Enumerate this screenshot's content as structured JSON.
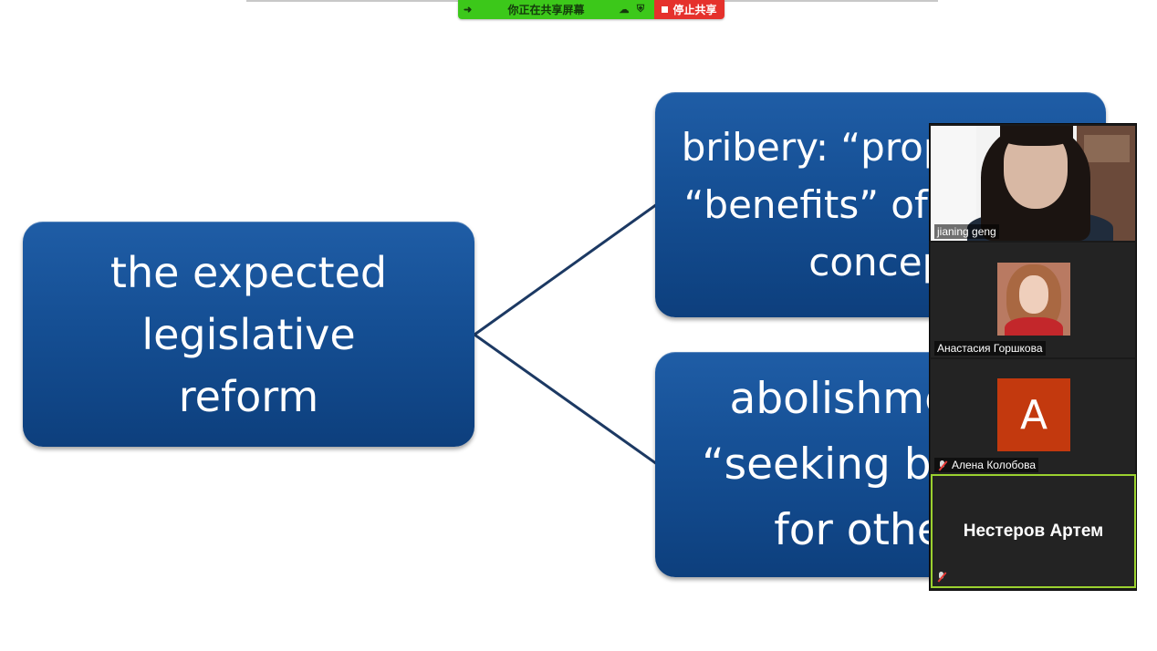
{
  "share_bar": {
    "status_text": "你正在共享屏幕",
    "stop_label": "停止共享",
    "icons": [
      "pin-icon",
      "cloud-icon",
      "shield-icon",
      "stop-square-icon"
    ],
    "colors": {
      "status_bg": "#3cc81a",
      "stop_bg": "#e5312c"
    }
  },
  "slide": {
    "main_box": "the expected legislative reform",
    "top_box": "bribery: “property” → “benefits” of a broad concept",
    "bottom_box": "abolishment of “seeking benefits for others”",
    "box_color": "#154f94"
  },
  "participants": [
    {
      "name": "jianing geng",
      "muted": false,
      "video": true
    },
    {
      "name": "Анастасия Горшкова",
      "muted": false,
      "video": false
    },
    {
      "name": "Алена Колобова",
      "muted": true,
      "video": false,
      "initial": "A"
    },
    {
      "name": "Нестеров Артем",
      "muted": true,
      "video": false,
      "active_speaker": true
    }
  ]
}
